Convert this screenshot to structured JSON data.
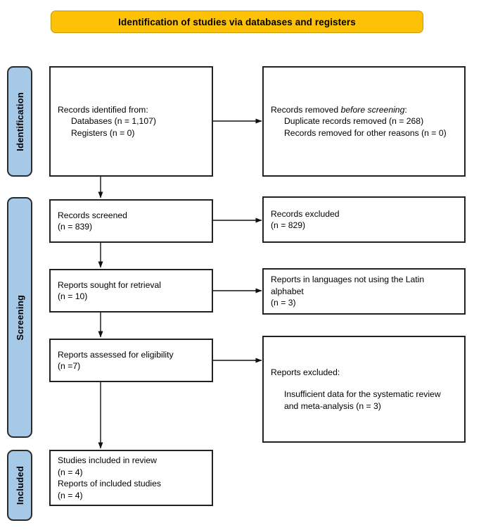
{
  "diagram": {
    "type": "prisma-flow-diagram",
    "banner": {
      "title": "Identification of studies via databases and registers",
      "color": "#fdc206"
    },
    "stage_color": "#a6c9e8",
    "stages": [
      {
        "id": "identification",
        "label": "Identification"
      },
      {
        "id": "screening",
        "label": "Screening"
      },
      {
        "id": "included",
        "label": "Included"
      }
    ],
    "boxes": {
      "identified": {
        "line1": "Records identified from:",
        "line2": "Databases (n = 1,107)",
        "line3": "Registers (n = 0)"
      },
      "removed": {
        "line1_prefix": "Records removed ",
        "line1_italic": "before screening",
        "line1_suffix": ":",
        "line2": "Duplicate records removed (n = 268)",
        "line3": "Records removed for other reasons (n = 0)"
      },
      "screened": {
        "line1": "Records screened",
        "line2": "(n = 839)"
      },
      "excluded_screened": {
        "line1": "Records excluded",
        "line2": "(n = 829)"
      },
      "sought": {
        "line1": "Reports sought for retrieval",
        "line2": "(n = 10)"
      },
      "language_excluded": {
        "line1": "Reports in languages not using the Latin alphabet",
        "line2": "(n = 3)"
      },
      "assessed": {
        "line1": "Reports assessed for eligibility",
        "line2": "(n =7)"
      },
      "excluded_eligibility": {
        "line1": "Reports excluded:",
        "line2": "Insufficient data for the systematic review and meta-analysis (n = 3)"
      },
      "included": {
        "line1": "Studies included in review",
        "line2": "(n = 4)",
        "line3": "Reports of included studies",
        "line4": "(n = 4)"
      }
    },
    "counts": {
      "databases": 1107,
      "registers": 0,
      "duplicates_removed": 268,
      "other_reasons_removed": 0,
      "records_screened": 839,
      "records_excluded": 829,
      "reports_sought": 10,
      "reports_language_excluded": 3,
      "reports_assessed": 7,
      "reports_excluded_insufficient_data": 3,
      "studies_included": 4,
      "reports_of_included_studies": 4
    }
  }
}
